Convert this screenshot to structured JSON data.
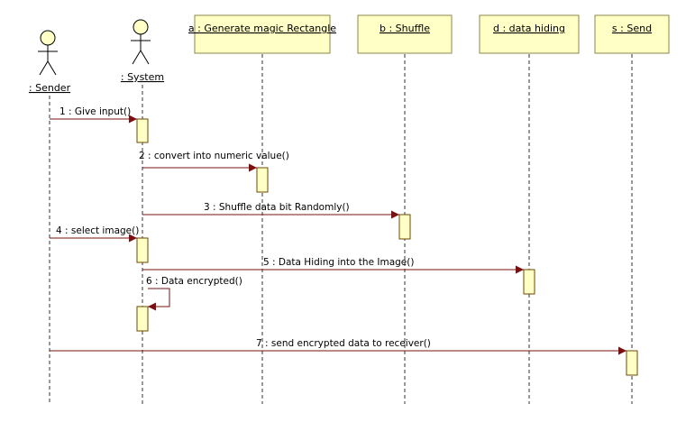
{
  "actors": [
    {
      "label": ": Sender"
    },
    {
      "label": ": System"
    }
  ],
  "objects": [
    {
      "label": "a : Generate magic Rectangle"
    },
    {
      "label": "b : Shuffle"
    },
    {
      "label": "d : data hiding"
    },
    {
      "label": "s : Send"
    }
  ],
  "messages": [
    {
      "label": "1 : Give  input()"
    },
    {
      "label": "2 : convert into numeric value()"
    },
    {
      "label": "3 : Shuffle data bit Randomly()"
    },
    {
      "label": "4 : select image()"
    },
    {
      "label": "5 : Data Hiding into the Image()"
    },
    {
      "label": "6 : Data encrypted()"
    },
    {
      "label": "7 : send  encrypted data to receiver()"
    }
  ],
  "colors": {
    "box_fill": "#ffffc6",
    "arrow": "#7a1010",
    "activation_border": "#6d4a00"
  }
}
